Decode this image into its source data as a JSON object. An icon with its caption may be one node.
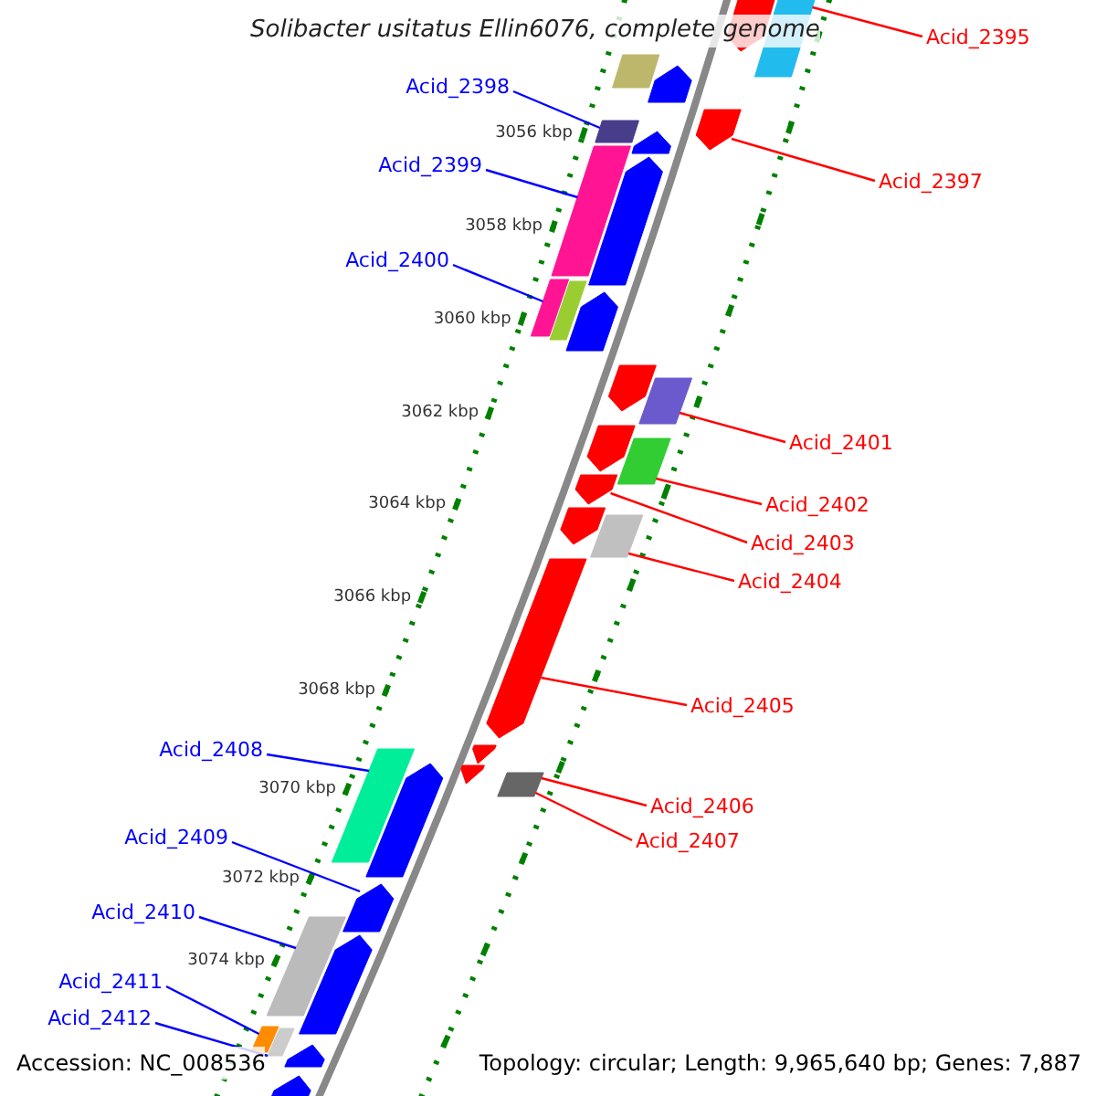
{
  "diagram": {
    "title": "Solibacter usitatus Ellin6076, complete genome",
    "nodes": [
      {
        "text": [
          "Acid_2395"
        ]
      },
      {
        "text": [
          "Acid_2398"
        ]
      },
      {
        "text": [
          "Acid_2399"
        ]
      },
      {
        "text": [
          "Acid_2397"
        ]
      },
      {
        "text": [
          "Acid_2400"
        ]
      },
      {
        "text": [
          "Acid_2401"
        ]
      },
      {
        "text": [
          "Acid_2402"
        ]
      },
      {
        "text": [
          "Acid_2403"
        ]
      },
      {
        "text": [
          "Acid_2404"
        ]
      },
      {
        "text": [
          "Acid_2405"
        ]
      },
      {
        "text": [
          "Acid_2408"
        ]
      },
      {
        "text": [
          "Acid_2406"
        ]
      },
      {
        "text": [
          "Acid_2407"
        ]
      },
      {
        "text": [
          "Acid_2409"
        ]
      },
      {
        "text": [
          "Acid_2410"
        ]
      },
      {
        "text": [
          "Acid_2411"
        ]
      },
      {
        "text": [
          "Acid_2412"
        ]
      },
      {
        "text": [],
        "shape": "pentagon"
      },
      {
        "text": [],
        "shape": "box"
      },
      {
        "text": [],
        "shape": "box"
      },
      {
        "text": [],
        "shape": "pentagon"
      },
      {
        "text": [],
        "shape": "box"
      },
      {
        "text": [],
        "shape": "pentagon"
      },
      {
        "text": [],
        "shape": "box"
      },
      {
        "text": [],
        "shape": "pentagon"
      },
      {
        "text": [],
        "shape": "box"
      },
      {
        "text": [],
        "shape": "box"
      },
      {
        "text": [],
        "shape": "pentagon"
      },
      {
        "text": [],
        "shape": "pentagon"
      },
      {
        "text": [],
        "shape": "pentagon"
      },
      {
        "text": [],
        "shape": "box"
      },
      {
        "text": [],
        "shape": "pentagon"
      },
      {
        "text": [],
        "shape": "box"
      },
      {
        "text": [],
        "shape": "pentagon"
      },
      {
        "text": [],
        "shape": "pentagon"
      },
      {
        "text": [],
        "shape": "box"
      },
      {
        "text": [],
        "shape": "pentagon"
      },
      {
        "text": [],
        "shape": "pentagon"
      },
      {
        "text": [],
        "shape": "pentagon"
      },
      {
        "text": [],
        "shape": "box"
      },
      {
        "text": [],
        "shape": "box"
      },
      {
        "text": [],
        "shape": "pentagon"
      },
      {
        "text": [],
        "shape": "pentagon"
      },
      {
        "text": [],
        "shape": "box"
      },
      {
        "text": [],
        "shape": "pentagon"
      },
      {
        "text": [],
        "shape": "box"
      },
      {
        "text": [],
        "shape": "box"
      },
      {
        "text": [],
        "shape": "pentagon"
      },
      {
        "text": [],
        "shape": "pentagon"
      }
    ],
    "edges": [
      {
        "from": 0,
        "to": 18,
        "arrow": "none",
        "color": "#ff0000"
      },
      {
        "from": 1,
        "to": 21,
        "arrow": "none",
        "color": "#0000ff"
      },
      {
        "from": 2,
        "to": 23,
        "arrow": "none",
        "color": "#0000ff"
      },
      {
        "from": 3,
        "to": 28,
        "arrow": "none",
        "color": "#ff0000"
      },
      {
        "from": 4,
        "to": 25,
        "arrow": "none",
        "color": "#0000ff"
      },
      {
        "from": 5,
        "to": 30,
        "arrow": "none",
        "color": "#ff0000"
      },
      {
        "from": 6,
        "to": 32,
        "arrow": "none",
        "color": "#ff0000"
      },
      {
        "from": 7,
        "to": 33,
        "arrow": "none",
        "color": "#ff0000"
      },
      {
        "from": 8,
        "to": 35,
        "arrow": "none",
        "color": "#ff0000"
      },
      {
        "from": 9,
        "to": 36,
        "arrow": "none",
        "color": "#ff0000"
      },
      {
        "from": 10,
        "to": 40,
        "arrow": "none",
        "color": "#0000ff"
      },
      {
        "from": 11,
        "to": 39,
        "arrow": "none",
        "color": "#ff0000"
      },
      {
        "from": 12,
        "to": 39,
        "arrow": "none",
        "color": "#ff0000"
      },
      {
        "from": 13,
        "to": 42,
        "arrow": "none",
        "color": "#0000ff"
      },
      {
        "from": 14,
        "to": 43,
        "arrow": "none",
        "color": "#0000ff"
      },
      {
        "from": 15,
        "to": 45,
        "arrow": "none",
        "color": "#0000ff"
      },
      {
        "from": 16,
        "to": 46,
        "arrow": "none",
        "color": "#0000ff"
      }
    ],
    "labels": [
      "3056 kbp",
      "3058 kbp",
      "3060 kbp",
      "3062 kbp",
      "3064 kbp",
      "3066 kbp",
      "3068 kbp",
      "3070 kbp",
      "3072 kbp",
      "3074 kbp",
      "Accession: NC_008536",
      "Topology: circular; Length: 9,965,640 bp; Genes: 7,887"
    ]
  }
}
